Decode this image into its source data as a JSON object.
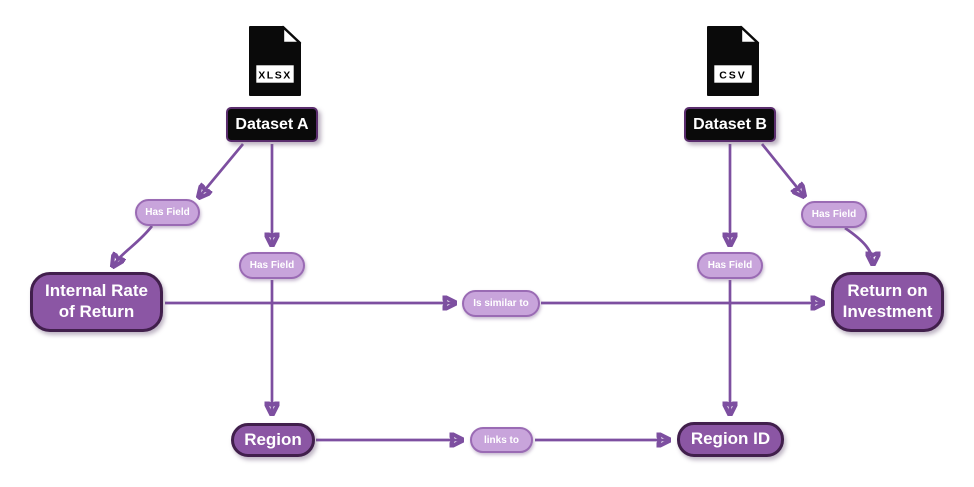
{
  "nodes": {
    "dataset_a": {
      "label": "Dataset A",
      "badge": "XLSX"
    },
    "dataset_b": {
      "label": "Dataset B",
      "badge": "CSV"
    },
    "internal_rate_of_return": {
      "label": "Internal Rate of Return"
    },
    "return_on_investment": {
      "label": "Return on Investment"
    },
    "region": {
      "label": "Region"
    },
    "region_id": {
      "label": "Region ID"
    }
  },
  "edges": [
    {
      "from": "dataset_a",
      "to": "internal_rate_of_return",
      "label": "Has Field"
    },
    {
      "from": "dataset_a",
      "to": "region",
      "label": "Has Field"
    },
    {
      "from": "dataset_b",
      "to": "region_id",
      "label": "Has Field"
    },
    {
      "from": "dataset_b",
      "to": "return_on_investment",
      "label": "Has Field"
    },
    {
      "from": "internal_rate_of_return",
      "to": "return_on_investment",
      "label": "Is similar to"
    },
    {
      "from": "region",
      "to": "region_id",
      "label": "links to"
    }
  ],
  "colors": {
    "arrow": "#7D4FA0",
    "node_fill": "#8B56A4",
    "node_border": "#411F4C",
    "label_fill": "#C8A4DB",
    "label_border": "#9A6BB4",
    "dataset_fill": "#0A0A0A",
    "dataset_border": "#5A2D6D",
    "text_on_purple": "#FFFFFF"
  }
}
